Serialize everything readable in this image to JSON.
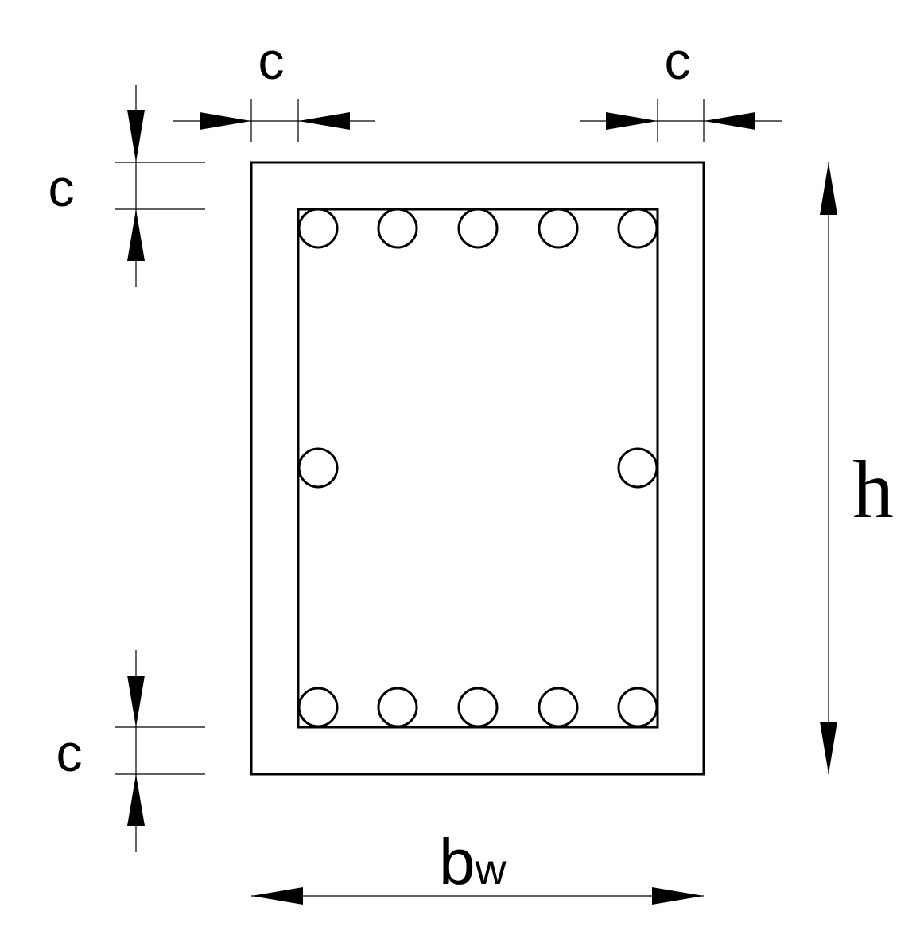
{
  "labels": {
    "cover_top_left": "c",
    "cover_top_right": "c",
    "cover_left_top": "c",
    "cover_left_bottom": "c",
    "height": "h",
    "width_main": "b",
    "width_sub": "w"
  },
  "rebar": {
    "top_row_count": 5,
    "bottom_row_count": 5,
    "side_count_each": 1
  }
}
